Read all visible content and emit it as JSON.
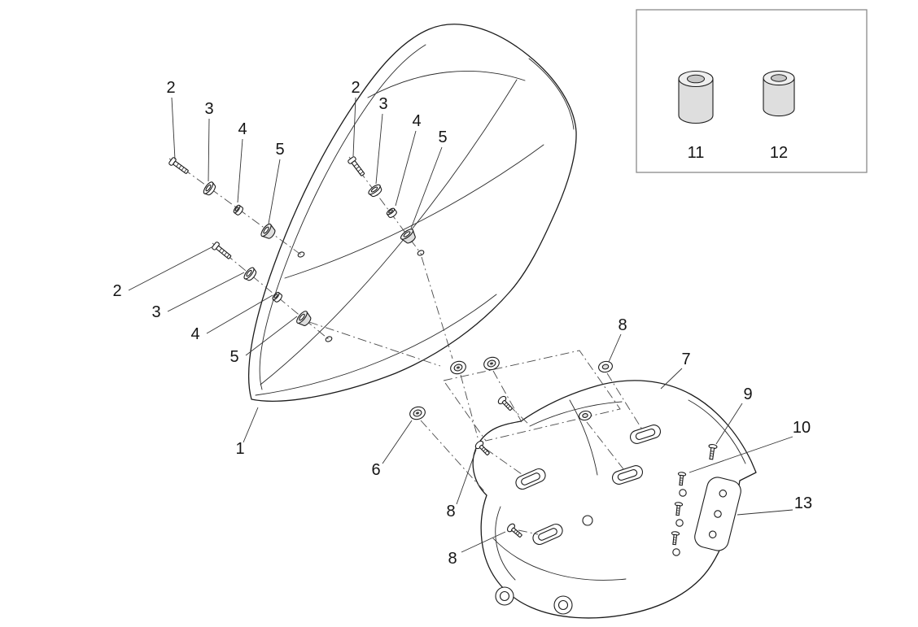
{
  "figure": {
    "kind": "exploded parts diagram - windscreen and bracket assembly",
    "background": "#ffffff",
    "line_color": "#1c1c1c",
    "shade_gray": "#dedede"
  },
  "callouts": {
    "windscreen": "1",
    "screw_a": "2",
    "washer_a": "3",
    "spacer_a": "4",
    "grommet_a": "5",
    "screw_b": "2",
    "washer_b": "3",
    "spacer_b": "4",
    "grommet_b": "5",
    "screw_c": "2",
    "washer_c": "3",
    "spacer_c": "4",
    "grommet_c": "5",
    "wellnut": "6",
    "bracket": "7",
    "fastener_top": "8",
    "fastener_mid": "8",
    "fastener_low": "8",
    "screw_right": "9",
    "screw_column": "10",
    "bushing_small": "11",
    "bushing_large": "12",
    "side_plate": "13"
  }
}
